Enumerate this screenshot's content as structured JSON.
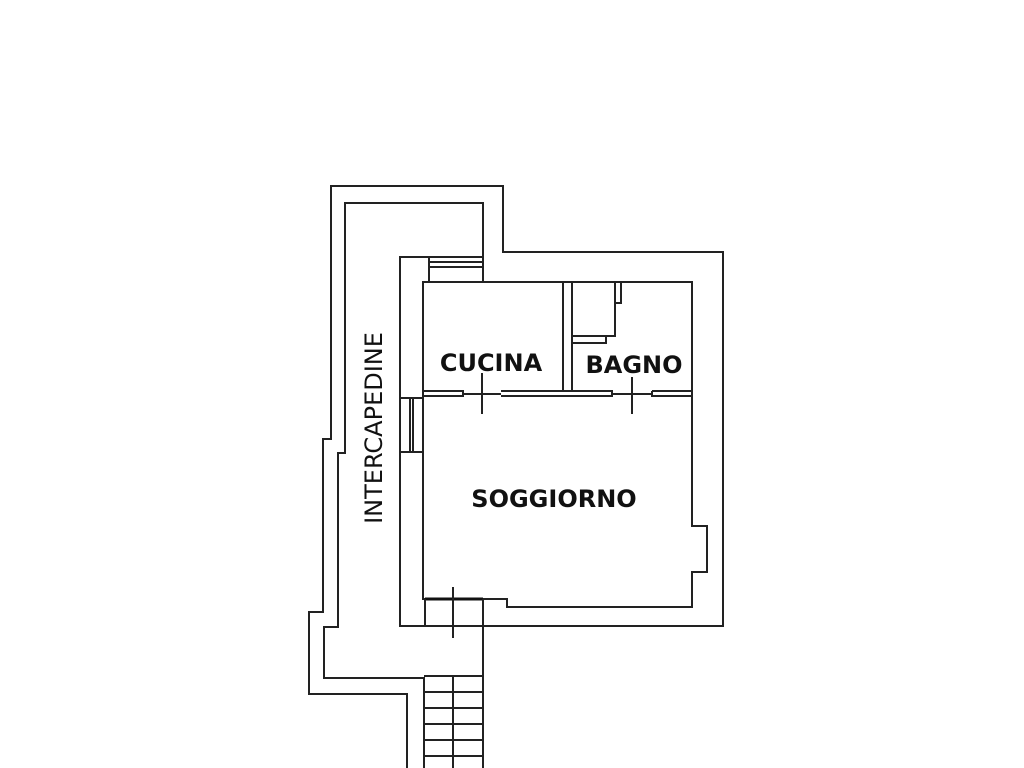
{
  "plan": {
    "rooms": {
      "intercapedine": "INTERCAPEDINE",
      "cucina": "CUCINA",
      "bagno": "BAGNO",
      "soggiorno": "SOGGIORNO"
    },
    "colors": {
      "line": "#222222",
      "background": "#ffffff"
    }
  }
}
